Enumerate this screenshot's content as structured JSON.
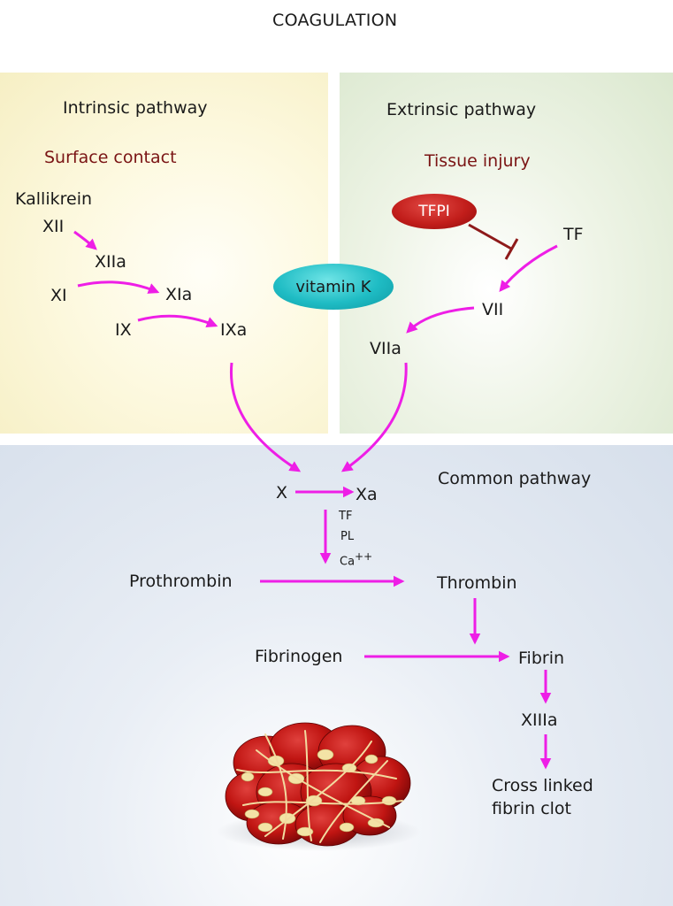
{
  "title": "COAGULATION",
  "intrinsic": {
    "header": "Intrinsic pathway",
    "trigger": "Surface contact",
    "kallikrein": "Kallikrein",
    "xii": "XII",
    "xiia": "XIIa",
    "xi": "XI",
    "xia": "XIa",
    "ix": "IX",
    "ixa": "IXa"
  },
  "vitamin_k": "vitamin K",
  "extrinsic": {
    "header": "Extrinsic pathway",
    "trigger": "Tissue injury",
    "tfpi": "TFPI",
    "tf": "TF",
    "vii": "VII",
    "viia": "VIIa"
  },
  "common": {
    "header": "Common pathway",
    "x": "X",
    "xa": "Xa",
    "cofactor_tf": "TF",
    "cofactor_pl": "PL",
    "cofactor_ca": "Ca",
    "cofactor_ca_sup": "++",
    "prothrombin": "Prothrombin",
    "thrombin": "Thrombin",
    "fibrinogen": "Fibrinogen",
    "fibrin": "Fibrin",
    "xiiia": "XIIIa",
    "clot_line1": "Cross linked",
    "clot_line2": "fibrin clot"
  },
  "colors": {
    "arrow": "#ee1ee6",
    "inhibitor": "#8e1a1a",
    "intrinsic_bg": "#f6efc4",
    "extrinsic_bg": "#dbe8cf",
    "common_bg": "#d6dfeb",
    "trigger_text": "#7a1414"
  }
}
